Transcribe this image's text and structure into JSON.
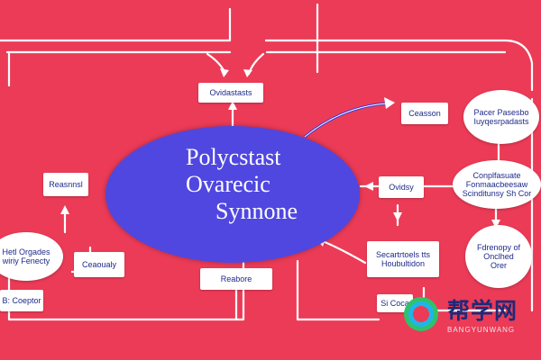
{
  "diagram": {
    "center": {
      "lines": [
        "Polycstast",
        "Ovarecic",
        "Synnone"
      ]
    },
    "top_box": "Ovidastasts",
    "left_box": "Reasnnsl",
    "bottom_box": "Reabore",
    "right_top_box": "Ceasson",
    "right_mid_box": "Ovidsy",
    "right_bottom_box": [
      "Secartrtoels tts",
      "Houbultidon"
    ],
    "bottom_left_oval": [
      "Hetl Orgades",
      "wiriy Fenecty"
    ],
    "bottom_left_box": "Ceaoualy",
    "bottom_left_caption": "B: Coeptor",
    "far_right_top_oval": [
      "Pacer Pasesbo",
      "Iuyqesrpadasts"
    ],
    "far_right_mid_oval": [
      "Conplfasuate",
      "Fonmaacbeesaw",
      "Scinditunsy Sh Cor"
    ],
    "far_right_bottom_oval": [
      "Fdrenopy of",
      "Onclhed",
      "Orer"
    ],
    "bottom_right_caption": "Si Coca"
  },
  "watermark": {
    "title": "帮学网",
    "subtitle": "BANGYUNWANG"
  },
  "colors": {
    "background": "#ec3b57",
    "center": "#5047e0",
    "text": "#1e2a8a",
    "line": "#ffffff",
    "arrow_accent": "#3a3ad8"
  }
}
